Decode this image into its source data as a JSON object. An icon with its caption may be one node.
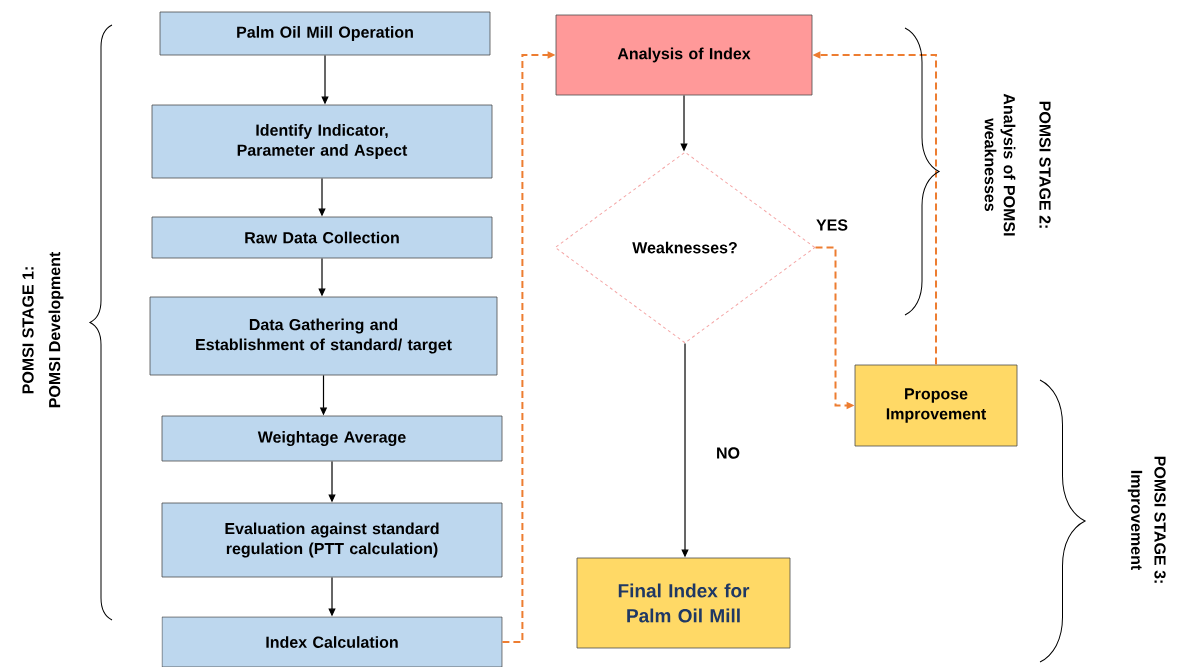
{
  "diagram": {
    "nodes": [
      {
        "text": [
          "Palm Oil Mill Operation"
        ]
      },
      {
        "text": [
          "Identify Indicator, Parameter and Aspect"
        ]
      },
      {
        "text": [
          "Raw Data Collection"
        ]
      },
      {
        "text": [
          "Data Gathering and Establishment of standard/ target"
        ]
      },
      {
        "text": [
          "Weightage Average"
        ]
      },
      {
        "text": [
          "Evaluation against standard regulation (PTT calculation)"
        ]
      },
      {
        "text": [
          "Index Calculation"
        ]
      },
      {
        "text": [
          "Analysis of Index"
        ]
      },
      {
        "text": [
          "Weaknesses?"
        ]
      },
      {
        "text": [
          "Propose Improvement"
        ]
      },
      {
        "text": [
          "Final Index for Palm Oil Mill"
        ]
      }
    ],
    "edges": [
      {
        "from": 0,
        "to": 1,
        "arrow": "to"
      },
      {
        "from": 1,
        "to": 2,
        "arrow": "to"
      },
      {
        "from": 2,
        "to": 3,
        "arrow": "to"
      },
      {
        "from": 3,
        "to": 4,
        "arrow": "to"
      },
      {
        "from": 4,
        "to": 5,
        "arrow": "to"
      },
      {
        "from": 5,
        "to": 6,
        "arrow": "to"
      },
      {
        "from": 6,
        "to": 7,
        "arrow": "to",
        "style": "dashed",
        "color": "#ed7d31"
      },
      {
        "from": 7,
        "to": 8,
        "arrow": "to"
      },
      {
        "from": 8,
        "to": 9,
        "arrow": "to",
        "label": "YES",
        "style": "dashed",
        "color": "#ed7d31"
      },
      {
        "from": 8,
        "to": 10,
        "arrow": "to",
        "label": "NO"
      },
      {
        "from": 9,
        "to": 7,
        "arrow": "to",
        "style": "dashed",
        "color": "#ed7d31"
      }
    ],
    "labels": [
      "POMSI STAGE 1:",
      "POMSI Development",
      "POMSI STAGE 2:",
      "Analysis of POMSI weaknesses",
      "POMSI STAGE 3:",
      "Improvement"
    ]
  }
}
